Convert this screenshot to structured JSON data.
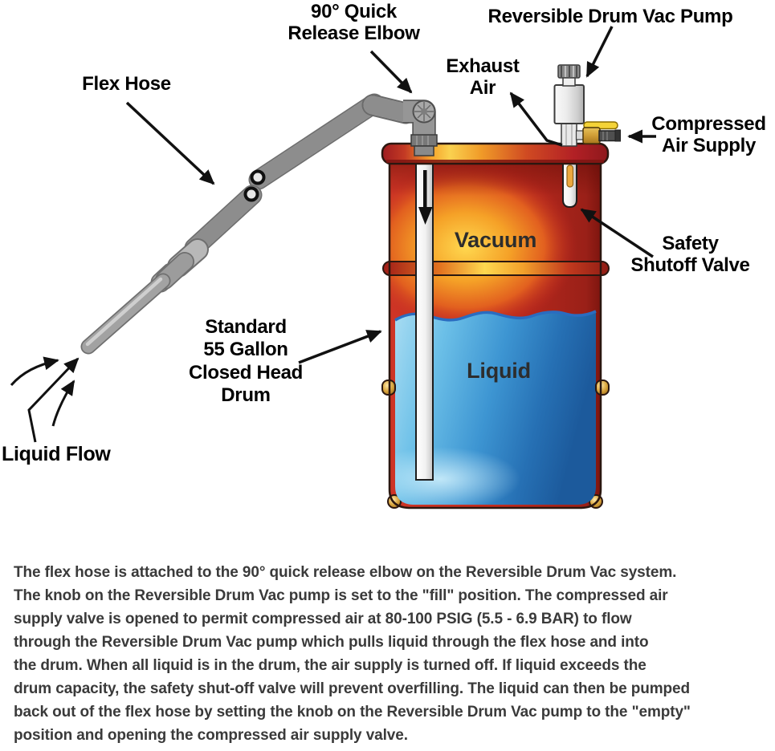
{
  "labels": {
    "elbow": [
      "90° Quick",
      "Release Elbow"
    ],
    "pump": "Reversible Drum Vac Pump",
    "flex_hose": "Flex Hose",
    "exhaust_air": [
      "Exhaust",
      "Air"
    ],
    "compressed_air": [
      "Compressed",
      "Air Supply"
    ],
    "safety_valve": [
      "Safety",
      "Shutoff Valve"
    ],
    "vacuum": "Vacuum",
    "liquid": "Liquid",
    "drum": [
      "Standard",
      "55 Gallon",
      "Closed Head",
      "Drum"
    ],
    "liquid_flow": "Liquid Flow"
  },
  "description": {
    "lines": [
      "The flex hose is attached to the 90° quick release elbow on the Reversible Drum Vac system.",
      "The knob on the Reversible Drum Vac pump is set to the \"fill\" position. The compressed air",
      "supply valve is opened to permit compressed air at 80-100 PSIG (5.5 - 6.9 BAR) to flow",
      "through the Reversible Drum Vac pump which pulls liquid through the flex hose and into",
      "the drum. When all liquid is in the drum, the air supply is turned off. If liquid exceeds the",
      "drum capacity, the safety shut-off valve will prevent overfilling. The liquid can then be pumped",
      "back out of the flex hose by setting the knob on the Reversible Drum Vac pump to the \"empty\"",
      "position and opening the compressed air supply valve."
    ]
  },
  "colors": {
    "drum_red": "#c1272d",
    "glow_orange": "#f5a127",
    "glow_yellow": "#ffd84f",
    "liquid_blue": "#2e86c8",
    "valve_yellow": "#f4d337",
    "brass": "#cf9d35",
    "hose_gray": "#9c9c9c",
    "label_black": "#000000",
    "body_text": "#3a3a3a"
  }
}
